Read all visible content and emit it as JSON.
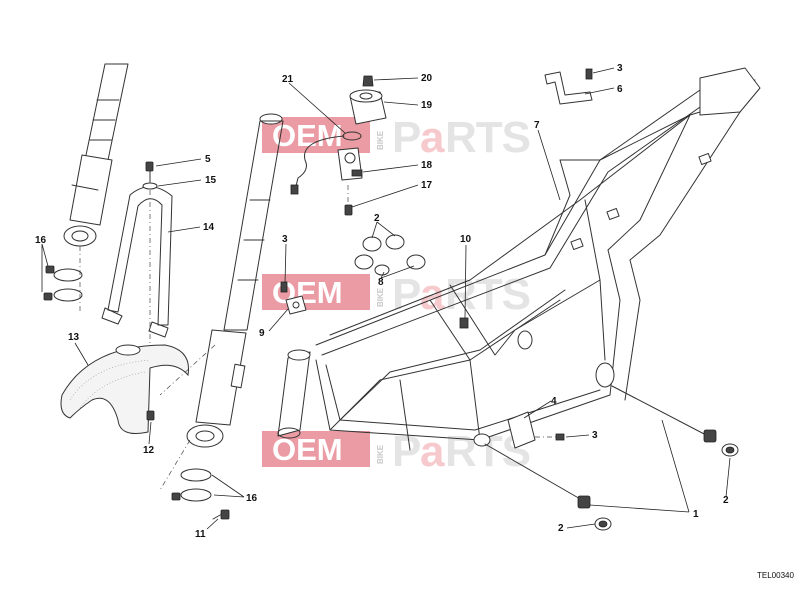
{
  "callouts": {
    "c1": "1",
    "c2a": "2",
    "c2b": "2",
    "c2c": "2",
    "c3a": "3",
    "c3b": "3",
    "c3c": "3",
    "c4": "4",
    "c5": "5",
    "c6": "6",
    "c7": "7",
    "c8": "8",
    "c9": "9",
    "c10": "10",
    "c11": "11",
    "c12": "12",
    "c13": "13",
    "c14": "14",
    "c15": "15",
    "c16a": "16",
    "c16b": "16",
    "c17": "17",
    "c18": "18",
    "c19": "19",
    "c20": "20",
    "c21": "21"
  },
  "drawing_code": "TEL00340",
  "watermark": {
    "oem": "OEM",
    "bike": "BIKE",
    "parts_p": "P",
    "parts_a": "a",
    "parts_rts": "RTS"
  },
  "colors": {
    "watermark_red": "#e88a93",
    "line": "#333333"
  }
}
